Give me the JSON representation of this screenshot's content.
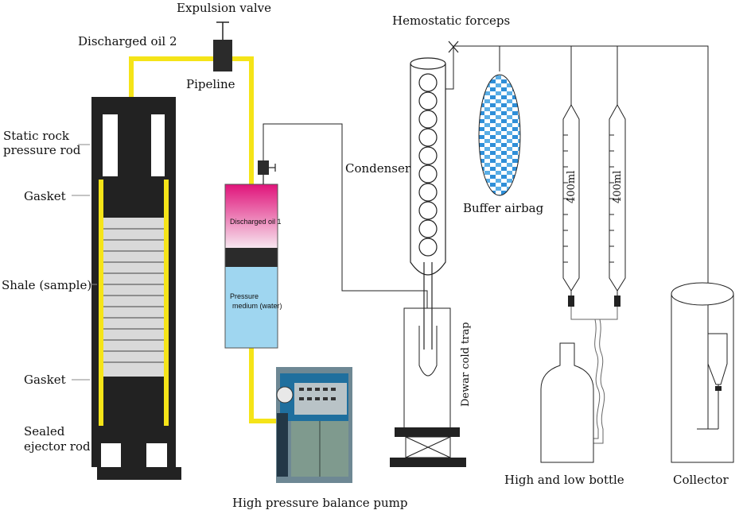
{
  "labels": {
    "expulsion_valve": "Expulsion valve",
    "discharged_oil_2": "Discharged oil 2",
    "pipeline": "Pipeline",
    "static_rock_1": "Static rock",
    "static_rock_2": "pressure rod",
    "gasket_top": "Gasket",
    "shale": "Shale (sample)",
    "gasket_bottom": "Gasket",
    "sealed_1": "Sealed",
    "sealed_2": "ejector rod",
    "discharged_oil_1": "Discharged oil 1",
    "pressure_medium_1": "Pressure",
    "pressure_medium_2": "medium (water)",
    "high_pressure_pump": "High pressure balance pump",
    "hemostatic_forceps": "Hemostatic forceps",
    "condenser": "Condenser",
    "dewar_cold_trap": "Dewar cold trap",
    "buffer_airbag": "Buffer airbag",
    "cylinder_1_volume": "400ml",
    "cylinder_2_volume": "400ml",
    "high_low_bottle": "High and low bottle",
    "collector": "Collector"
  },
  "colors": {
    "pipe_yellow": "#f5e418",
    "dark": "#222222",
    "oil_magenta": "#e0137a",
    "water_blue": "#9fd6f0",
    "shale_gray": "#d9d9d9",
    "airbag_blue": "#2f8fd8"
  }
}
